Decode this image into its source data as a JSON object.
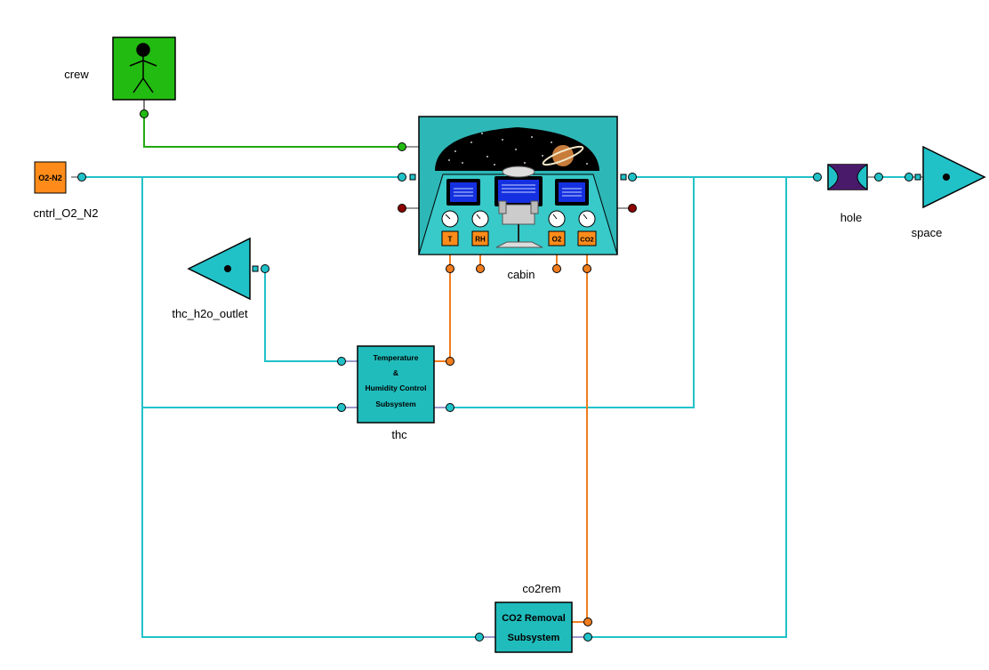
{
  "components": {
    "crew": {
      "label": "crew",
      "color": "#22bb11"
    },
    "source": {
      "label": "cntrl_O2_N2",
      "badge": "O2-N2",
      "color": "#ff8c1a"
    },
    "cabin": {
      "label": "cabin",
      "sensors": [
        "T",
        "RH",
        "O2",
        "CO2"
      ]
    },
    "h2o_outlet": {
      "label": "thc_h2o_outlet"
    },
    "thc": {
      "label": "thc",
      "text_lines": [
        "Temperature",
        "&",
        "Humidity Control",
        "Subsystem"
      ]
    },
    "co2rem": {
      "label": "co2rem",
      "text_lines": [
        "CO2 Removal",
        "Subsystem"
      ]
    },
    "hole": {
      "label": "hole"
    },
    "space": {
      "label": "space"
    }
  },
  "colors": {
    "fluid": "#21c1c8",
    "signal": "#f07d1e",
    "heat": "#22aa11",
    "block": "#20bcbc",
    "port_dark": "#8b0000"
  }
}
